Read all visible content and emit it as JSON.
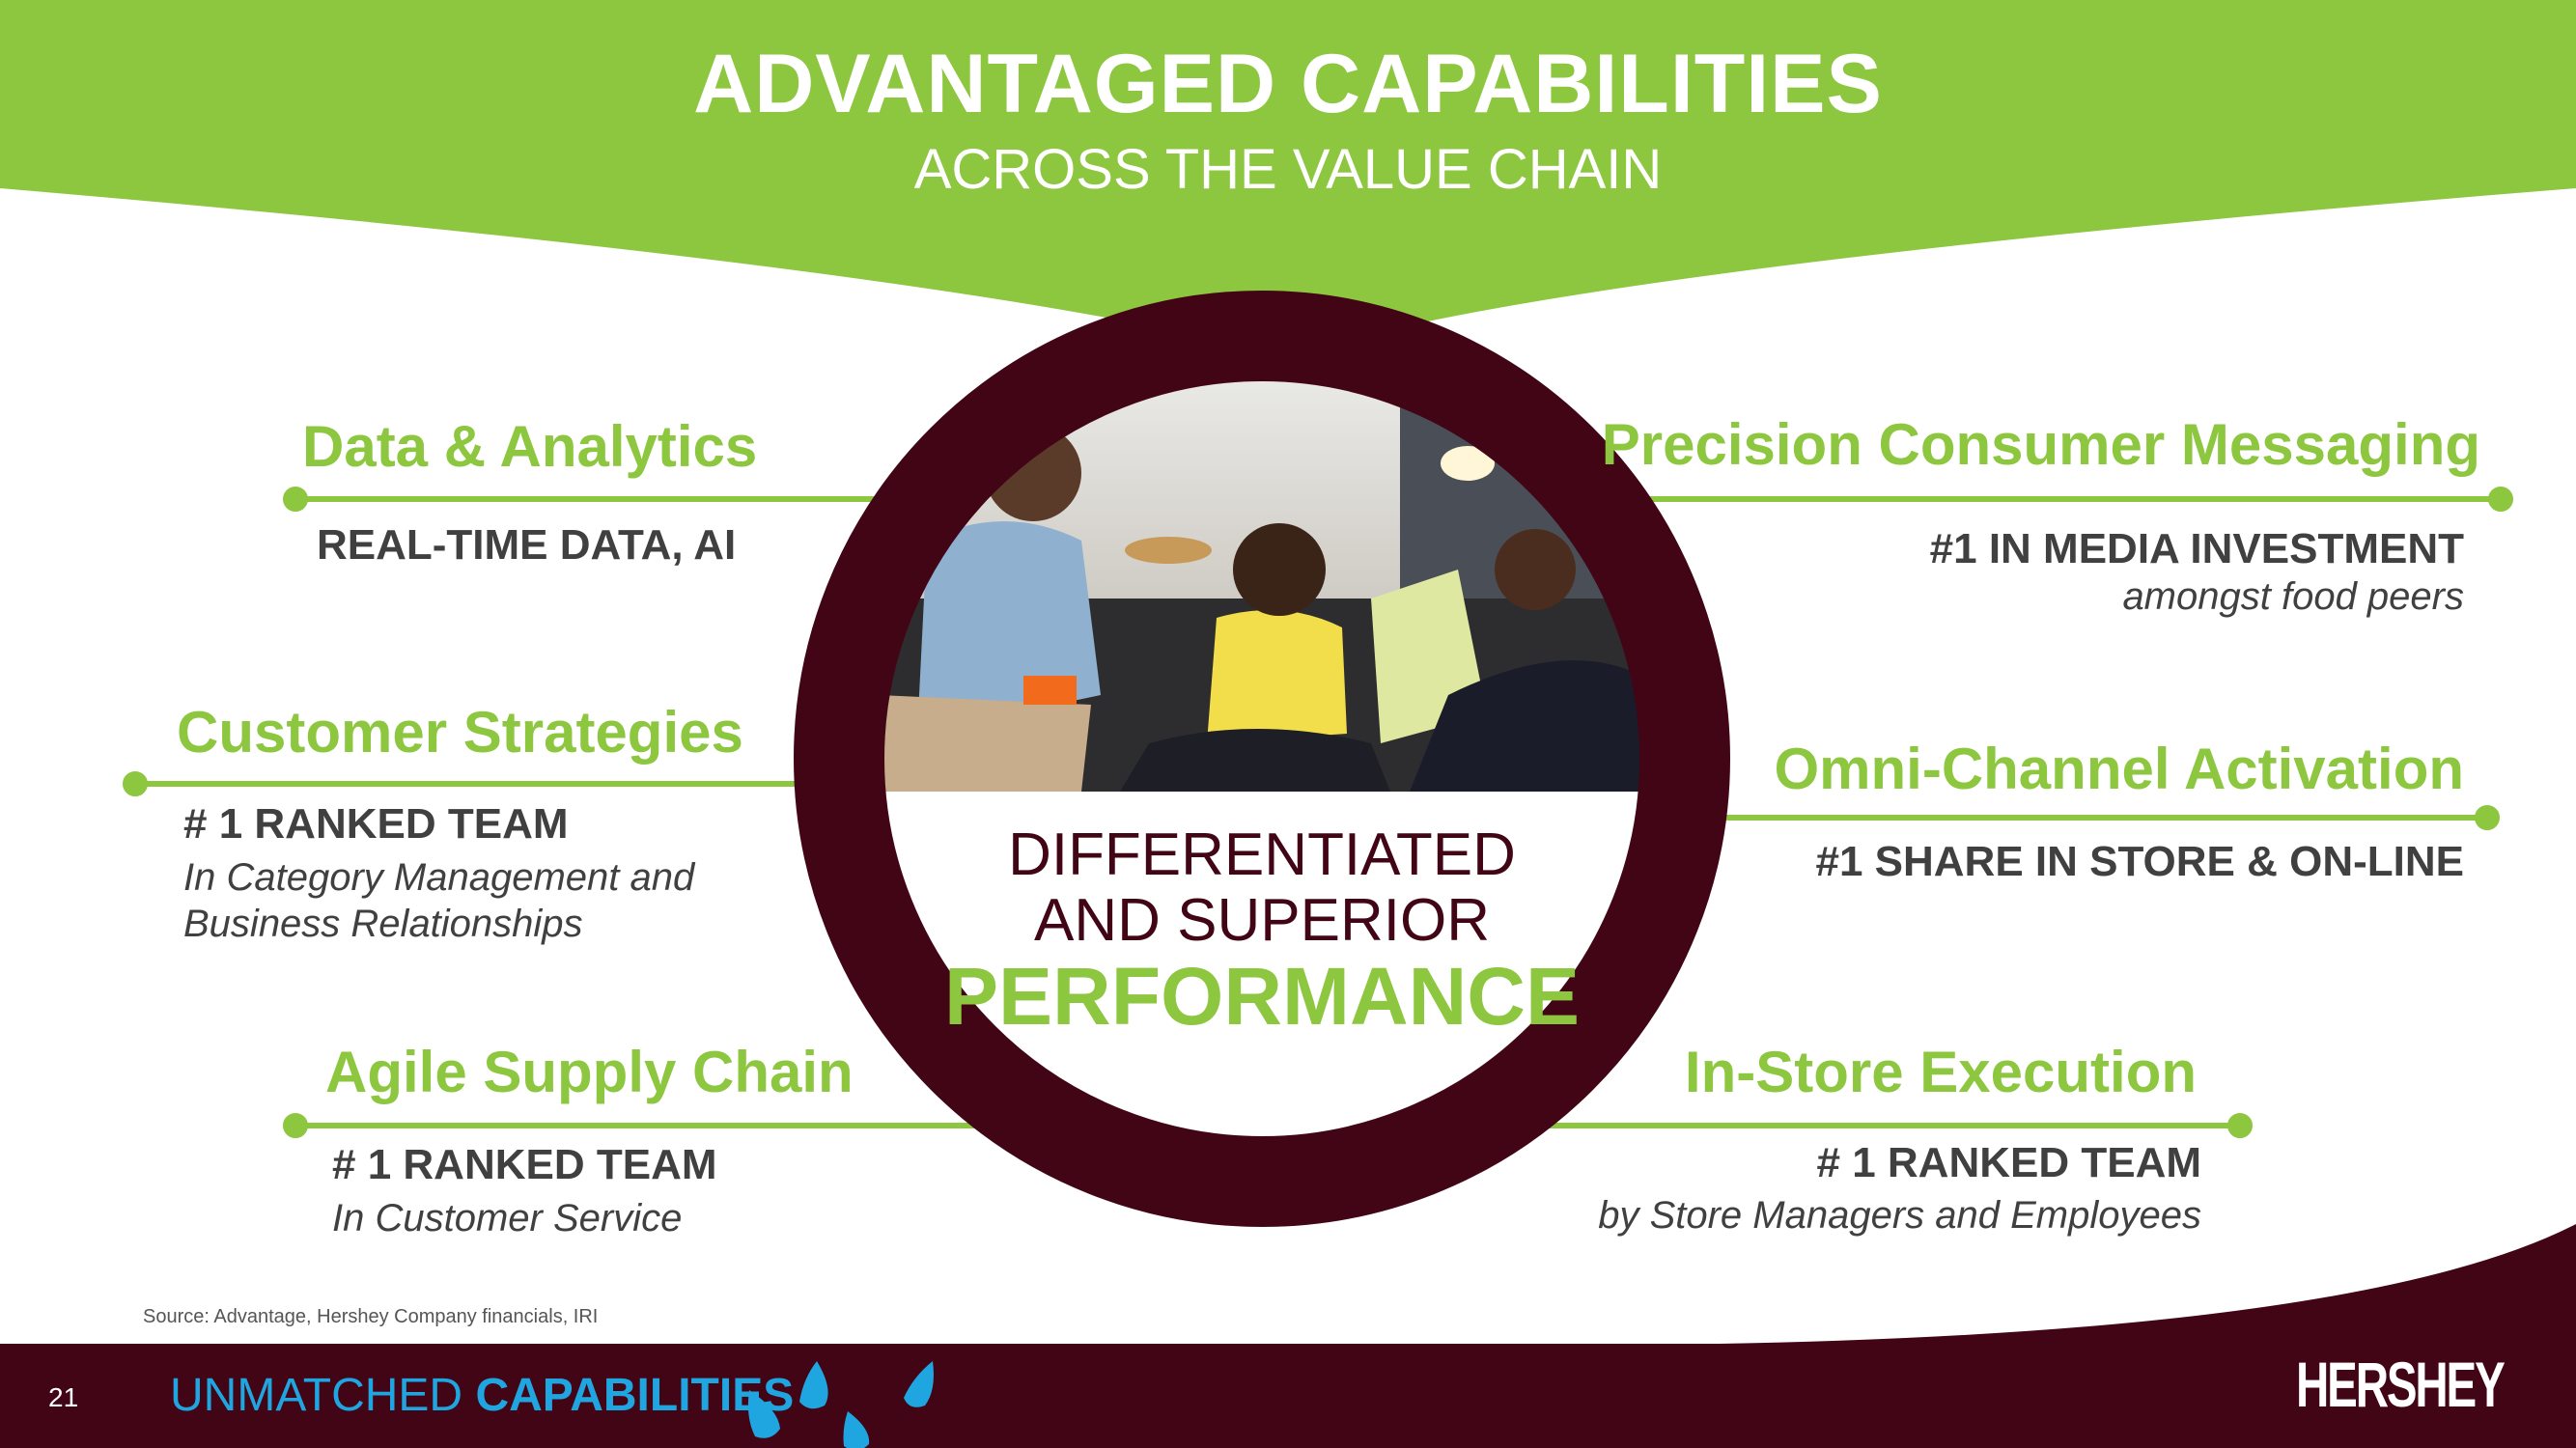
{
  "header": {
    "title": "ADVANTAGED CAPABILITIES",
    "subtitle": "ACROSS THE VALUE CHAIN"
  },
  "center": {
    "line1": "DIFFERENTIATED",
    "line2": "AND SUPERIOR",
    "line3": "PERFORMANCE"
  },
  "capabilities": [
    {
      "title": "Data & Analytics",
      "headline": "REAL-TIME DATA, AI",
      "detail": []
    },
    {
      "title": "Customer Strategies",
      "headline": "# 1 RANKED TEAM",
      "detail": [
        "In Category Management and",
        "Business Relationships"
      ]
    },
    {
      "title": "Agile Supply Chain",
      "headline": "# 1 RANKED TEAM",
      "detail": [
        "In Customer Service"
      ]
    },
    {
      "title": "Precision Consumer Messaging",
      "headline": "#1 IN MEDIA INVESTMENT",
      "detail": [
        "amongst food peers"
      ]
    },
    {
      "title": "Omni-Channel Activation",
      "headline": "#1 SHARE IN STORE & ON-LINE",
      "detail": []
    },
    {
      "title": "In-Store Execution",
      "headline": "# 1 RANKED TEAM",
      "detail": [
        "by Store Managers and Employees"
      ]
    }
  ],
  "source": "Source: Advantage, Hershey Company financials, IRI",
  "footer": {
    "page_number": "21",
    "tagline_light": "UNMATCHED ",
    "tagline_bold": "CAPABILITIES",
    "logo": "HERSHEY"
  },
  "colors": {
    "green": "#8dc63f",
    "maroon": "#420516",
    "blue": "#1fa6e0",
    "text": "#404040"
  }
}
